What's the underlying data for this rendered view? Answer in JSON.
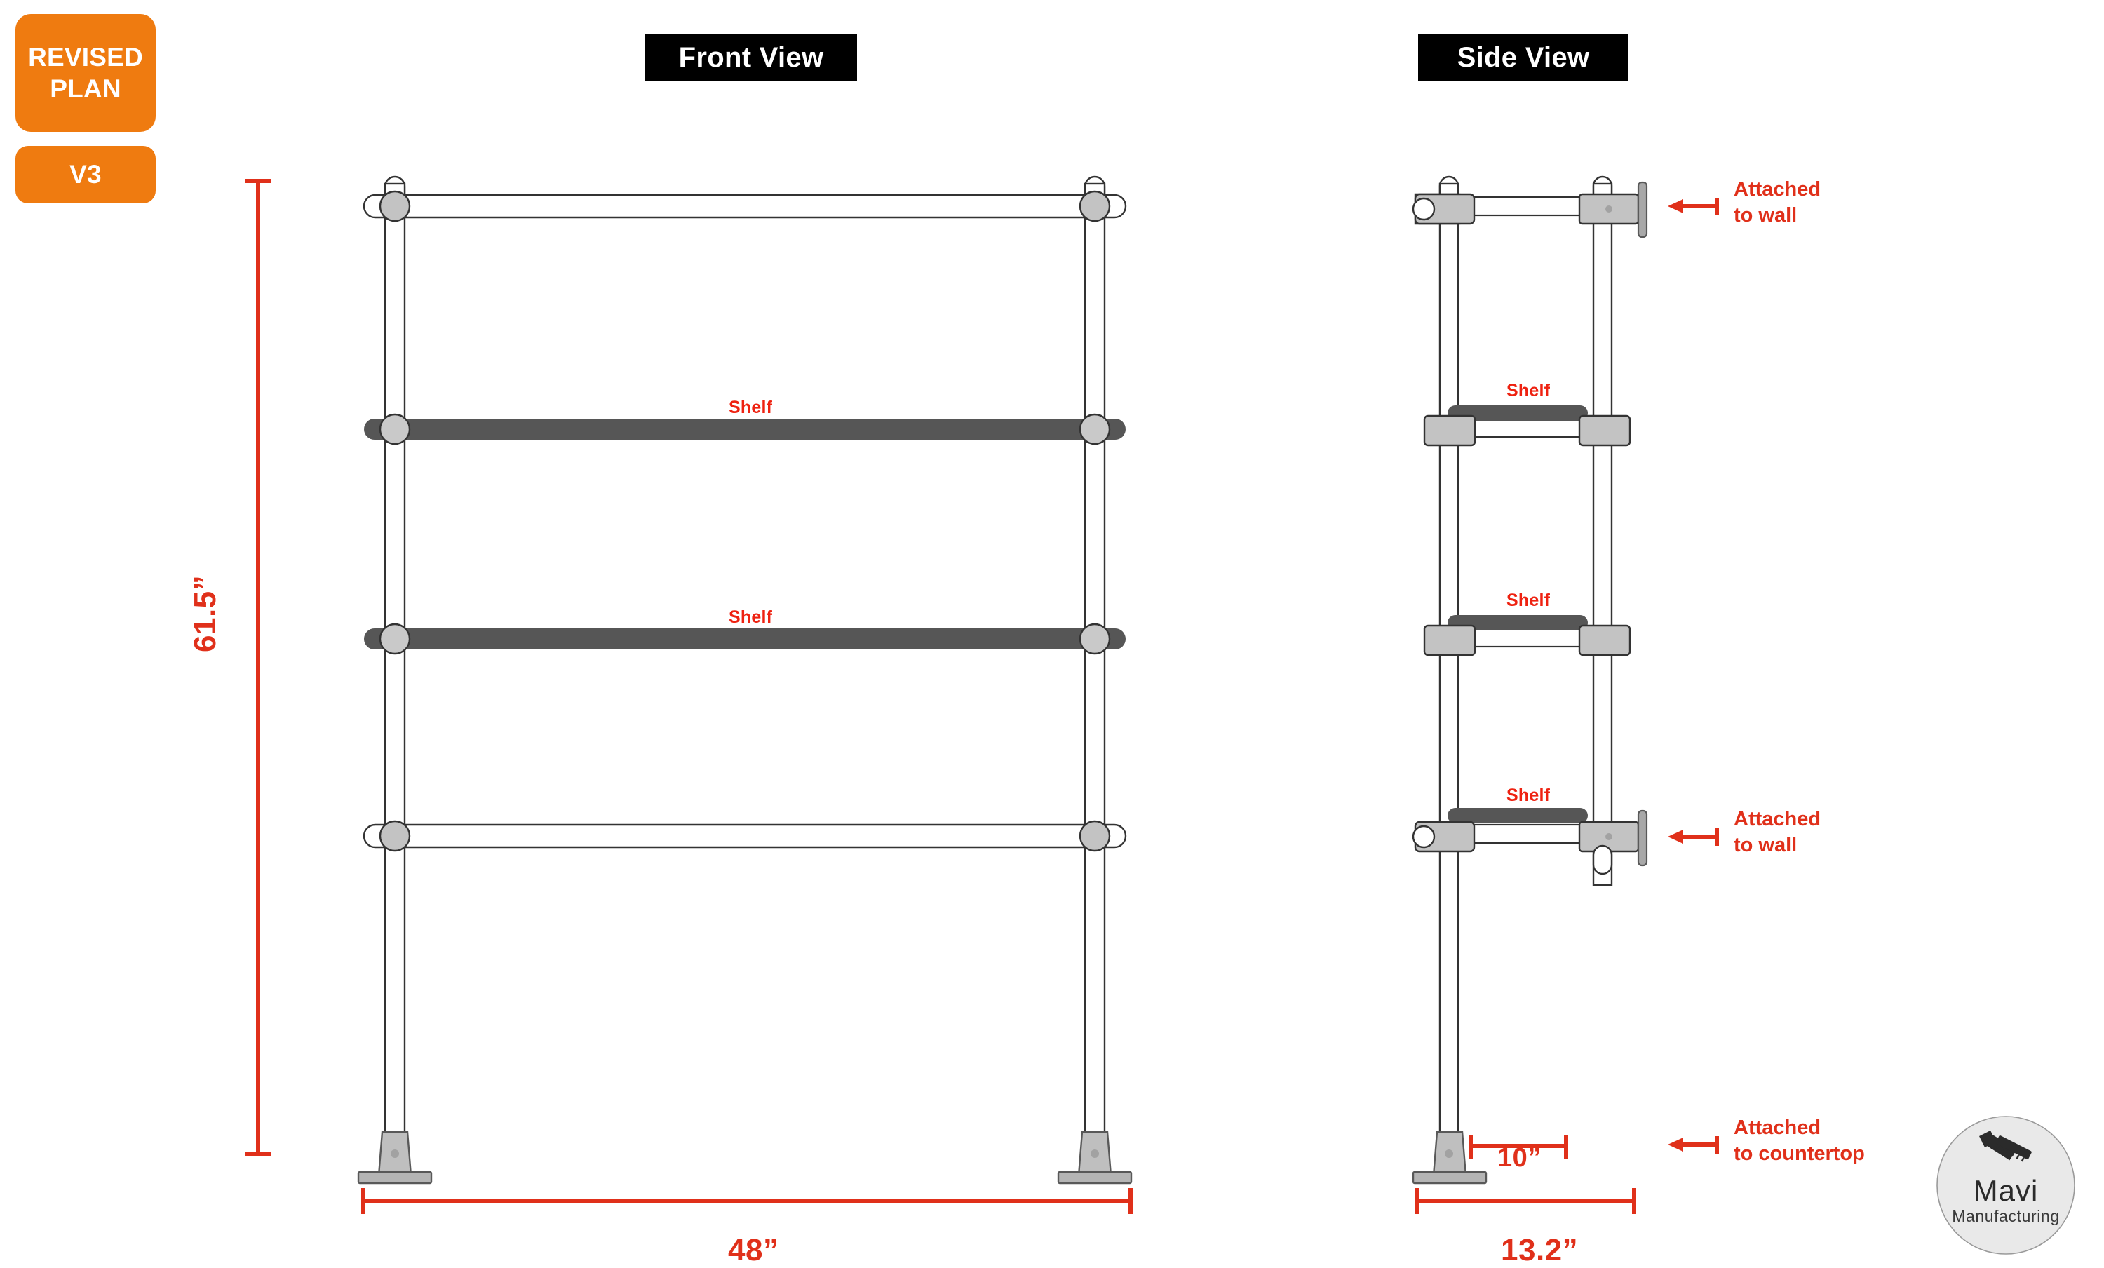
{
  "badges": {
    "revised_plan": "REVISED\nPLAN",
    "version": "V3"
  },
  "views": {
    "front": {
      "title": "Front View"
    },
    "side": {
      "title": "Side View"
    }
  },
  "labels": {
    "shelf": "Shelf",
    "attached_to_wall": "Attached\nto wall",
    "attached_to_countertop": "Attached\nto countertop"
  },
  "dimensions": {
    "overall_height": "61.5”",
    "overall_width": "48”",
    "side_inner_depth": "10”",
    "side_overall_depth": "13.2”"
  },
  "logo": {
    "brand": "Mavi",
    "tagline": "Manufacturing",
    "icon": "caliper-icon"
  },
  "colors": {
    "accent_orange": "#ef7b10",
    "annotation_red": "#e0301a",
    "shelf_dark": "#555555",
    "metal_gray": "#bfbfbf",
    "outline": "#333333",
    "title_black": "#000000"
  },
  "structure": {
    "front_view": {
      "posts": 2,
      "rails": [
        {
          "index": 1,
          "type": "pipe-rail",
          "shelf": false
        },
        {
          "index": 2,
          "type": "shelf-rail",
          "shelf": true
        },
        {
          "index": 3,
          "type": "shelf-rail",
          "shelf": true
        },
        {
          "index": 4,
          "type": "pipe-rail",
          "shelf": false
        }
      ],
      "base_flanges": 2
    },
    "side_view": {
      "posts": 2,
      "levels": [
        {
          "index": 1,
          "shelf": false,
          "wall_mount": true
        },
        {
          "index": 2,
          "shelf": true,
          "wall_mount": false
        },
        {
          "index": 3,
          "shelf": true,
          "wall_mount": false
        },
        {
          "index": 4,
          "shelf": true,
          "wall_mount": true
        }
      ],
      "base_flanges": 1
    }
  }
}
